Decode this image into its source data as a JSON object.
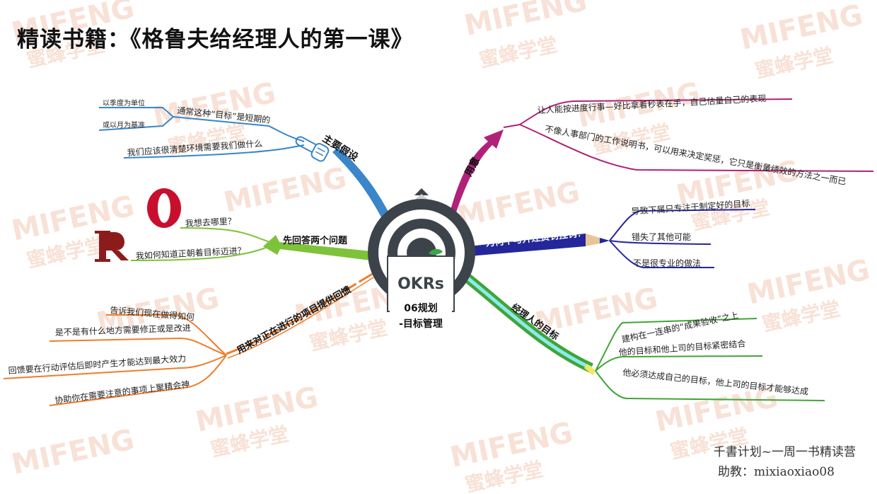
{
  "title": "精读书籍：《格鲁夫给经理人的第一课》",
  "center": {
    "logo_text": "OKRs",
    "card_line1": "06规划",
    "card_line2": "-目标管理"
  },
  "watermark": {
    "brand": "MIFENG",
    "cn": "蜜蜂学堂"
  },
  "branches": {
    "assumptions": {
      "label": "主要假设",
      "sub_label": "通常这种“目标”是短期的",
      "sub_items": [
        "以季度为单位",
        "或以月为基准"
      ],
      "items": [
        "我们应该很清楚环境需要我们做什么"
      ]
    },
    "usage": {
      "label": "用意",
      "items": [
        "让人能按进度行事—好比拿着秒表在手，自己估量自己的表现",
        "不像人事部门的工作说明书，可以用来决定奖惩，它只是衡量绩效的方法之一而已"
      ]
    },
    "two_questions": {
      "label": "先回答两个问题",
      "items": [
        "我想去哪里？",
        "我如何知道正朝着目标迈进？"
      ]
    },
    "why_not": {
      "label": "为何不与升迁赏罚挂钩？",
      "items": [
        "导致下属只专注于制定好的目标",
        "错失了其他可能",
        "不是很专业的做法"
      ]
    },
    "feedback": {
      "label": "用来对正在进行的项目提供回馈",
      "items": [
        "告诉我们现在做得如何",
        "是不是有什么地方需要修正或是改进",
        "回馈要在行动评估后即时产生才能达到最大效力",
        "协助你在需要注意的事项上聚精会神"
      ]
    },
    "manager_goals": {
      "label": "经理人的目标",
      "items": [
        "建构在一连串的“成果验收”之上",
        "他的目标和他上司的目标紧密结合",
        "他必须达成自己的目标，他上司的目标才能够达成"
      ]
    }
  },
  "footer": {
    "line1": "千書计划~一周一书精读营",
    "line2": "助教：mixiaoxiao08"
  },
  "colors": {
    "assumptions": "#3a86c8",
    "usage": "#b0227a",
    "two_questions": "#7ec23a",
    "why_not": "#24279a",
    "feedback": "#ee7d2c",
    "manager_goals": "#3fa535",
    "center_dark": "#3d434a",
    "opera_red": "#c8102e",
    "rk_red": "#8c1c1c"
  }
}
